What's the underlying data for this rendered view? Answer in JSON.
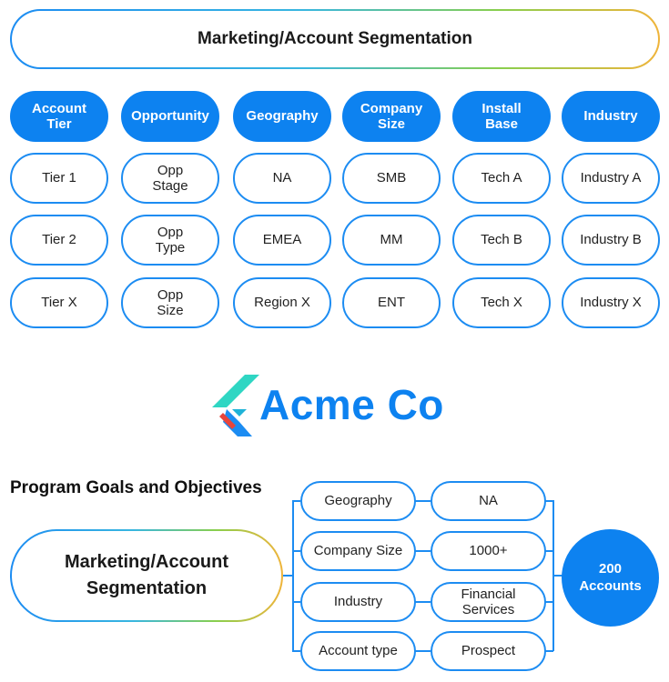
{
  "top_banner": {
    "title": "Marketing/Account Segmentation"
  },
  "grid": {
    "headers": [
      "Account\nTier",
      "Opportunity",
      "Geography",
      "Company\nSize",
      "Install\nBase",
      "Industry"
    ],
    "rows": [
      [
        "Tier 1",
        "Opp\nStage",
        "NA",
        "SMB",
        "Tech A",
        "Industry A"
      ],
      [
        "Tier 2",
        "Opp\nType",
        "EMEA",
        "MM",
        "Tech B",
        "Industry B"
      ],
      [
        "Tier X",
        "Opp\nSize",
        "Region X",
        "ENT",
        "Tech X",
        "Industry X"
      ]
    ]
  },
  "logo": {
    "name": "Acme Co"
  },
  "program": {
    "section_title": "Program Goals and Objectives",
    "segmentation_label": "Marketing/Account\nSegmentation",
    "criteria": [
      {
        "name": "Geography",
        "value": "NA"
      },
      {
        "name": "Company Size",
        "value": "1000+"
      },
      {
        "name": "Industry",
        "value": "Financial\nServices"
      },
      {
        "name": "Account type",
        "value": "Prospect"
      }
    ],
    "result": "200\nAccounts"
  },
  "colors": {
    "primary": "#0d82f0",
    "outline": "#1c8cf2",
    "gradient_end": "#f0b43a",
    "logo_teal": "#2fd6c3",
    "logo_red": "#e8453c"
  }
}
